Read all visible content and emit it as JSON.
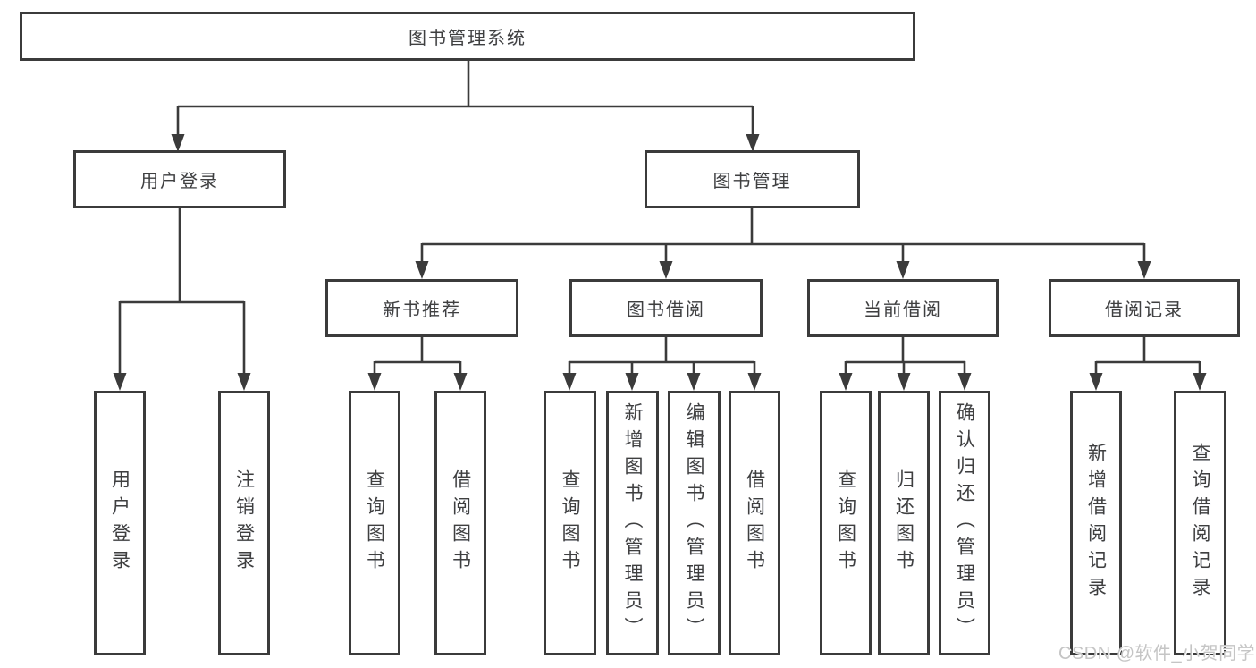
{
  "diagram": {
    "type": "hierarchy",
    "colors": {
      "line": "#3b3b3b",
      "text": "#3f3f3f",
      "background": "#ffffff",
      "watermark": "#c5c5c5"
    }
  },
  "tree": {
    "label": "图书管理系统",
    "children": [
      {
        "label": "用户登录",
        "children": [
          {
            "label": "用户登录"
          },
          {
            "label": "注销登录"
          }
        ]
      },
      {
        "label": "图书管理",
        "children": [
          {
            "label": "新书推荐",
            "children": [
              {
                "label": "查询图书"
              },
              {
                "label": "借阅图书"
              }
            ]
          },
          {
            "label": "图书借阅",
            "children": [
              {
                "label": "查询图书"
              },
              {
                "label": "新增图书（管理员）"
              },
              {
                "label": "编辑图书（管理员）"
              },
              {
                "label": "借阅图书"
              }
            ]
          },
          {
            "label": "当前借阅",
            "children": [
              {
                "label": "查询图书"
              },
              {
                "label": "归还图书"
              },
              {
                "label": "确认归还（管理员）"
              }
            ]
          },
          {
            "label": "借阅记录",
            "children": [
              {
                "label": "新增借阅记录"
              },
              {
                "label": "查询借阅记录"
              }
            ]
          }
        ]
      }
    ]
  },
  "watermark": {
    "text": "CSDN @软件_小贺同学"
  }
}
